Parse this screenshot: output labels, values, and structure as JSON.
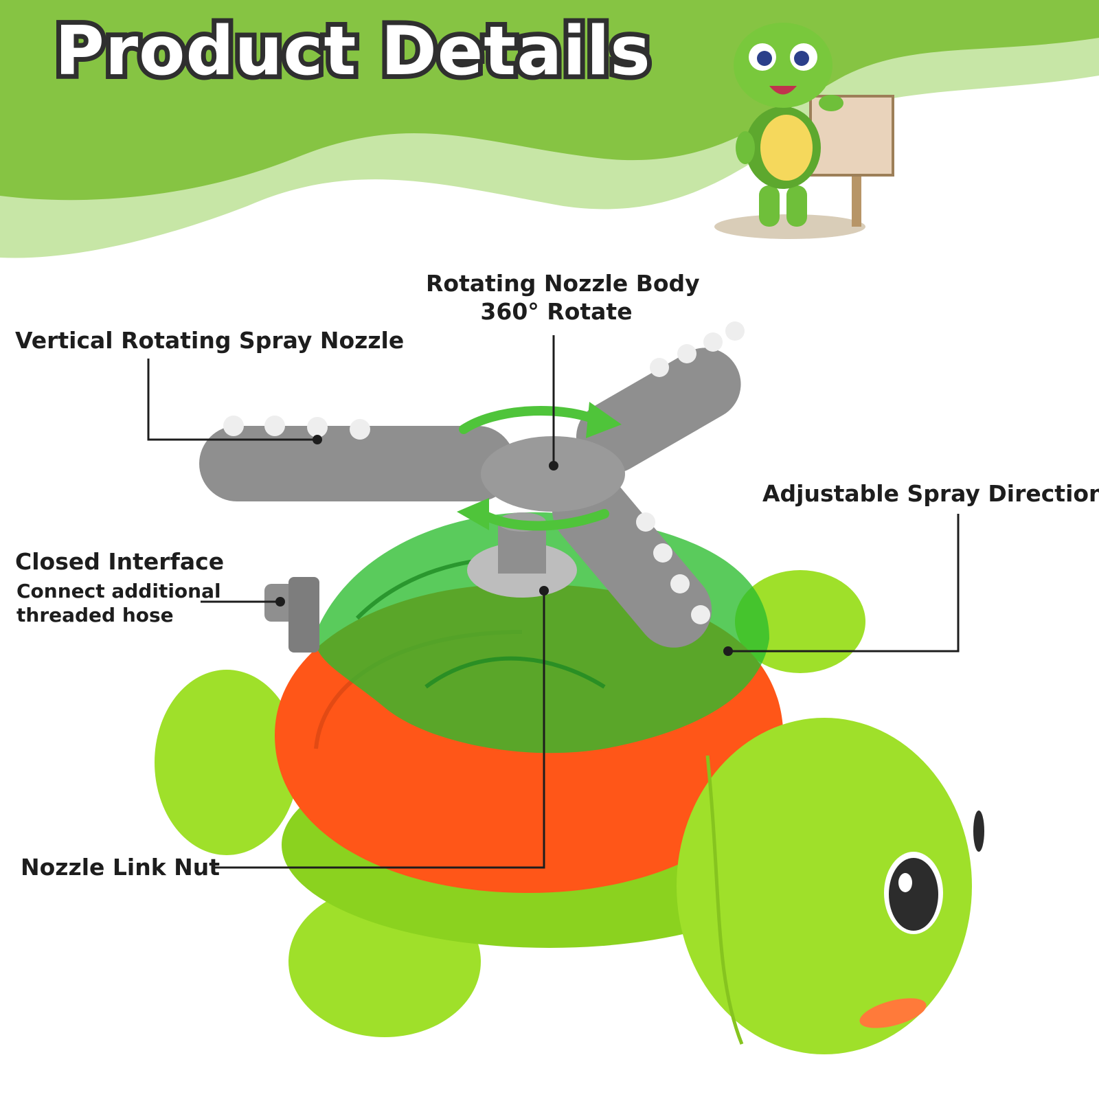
{
  "header": {
    "title": "Product Details"
  },
  "colors": {
    "banner_green": "#86c443",
    "banner_light": "#c7e6a6",
    "shell_orange": "#ff5618",
    "body_green": "#9fe02a",
    "nozzle_gray": "#8f8f8f",
    "arrow_green": "#4fc43a",
    "line_color": "#1d1d1d"
  },
  "labels": {
    "rotating_body_line1": "Rotating Nozzle Body",
    "rotating_body_line2": "360° Rotate",
    "vertical_nozzle": "Vertical Rotating Spray Nozzle",
    "adjustable_direction": "Adjustable Spray Direction",
    "closed_interface": "Closed Interface",
    "closed_interface_desc_line1": "Connect additional",
    "closed_interface_desc_line2": "threaded hose",
    "link_nut": "Nozzle Link Nut"
  },
  "icons": {
    "mascot": "turtle-mascot-holding-sign-icon",
    "product": "turtle-sprinkler-toy",
    "rotation": "rotation-arrows-icon"
  }
}
